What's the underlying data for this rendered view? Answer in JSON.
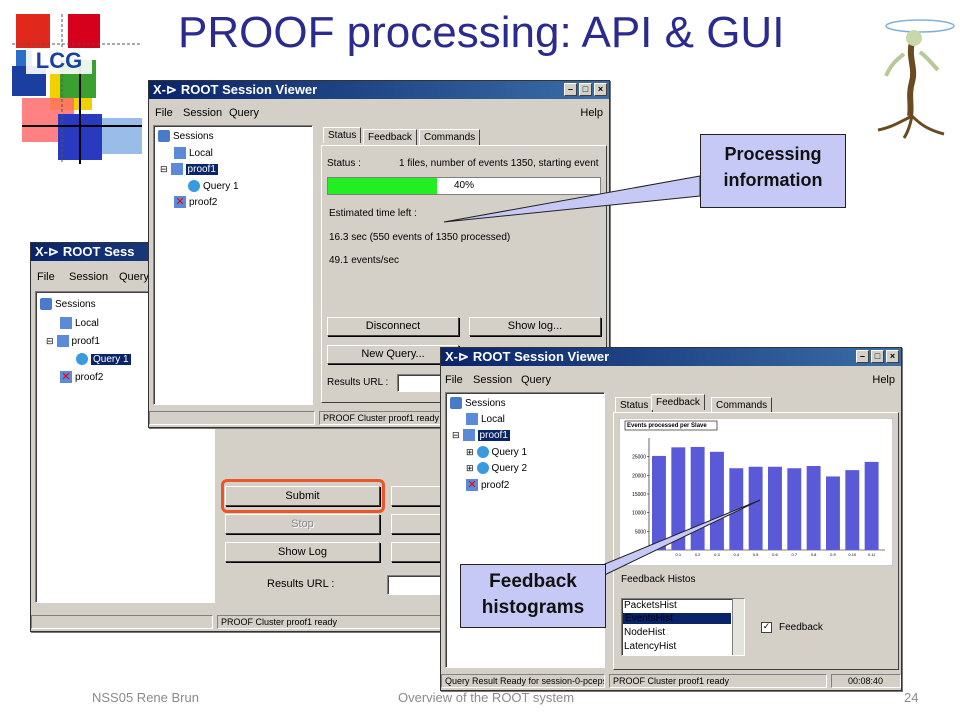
{
  "slide": {
    "title": "PROOF processing: API & GUI",
    "footer_left": "NSS05 Rene Brun",
    "footer_center": "Overview of the ROOT system",
    "page_number": "24",
    "logo_text": "LCG"
  },
  "back_window": {
    "title": "ROOT Sess",
    "menu": [
      "File",
      "Session",
      "Query"
    ],
    "tree": [
      "Sessions",
      "Local",
      "proof1",
      "Query 1",
      "proof2"
    ],
    "buttons": {
      "submit": "Submit",
      "stop": "Stop",
      "show_log": "Show Log"
    },
    "results_url_label": "Results URL :",
    "status": "PROOF Cluster proof1 ready"
  },
  "main_window": {
    "title": "ROOT Session Viewer",
    "menu": [
      "File",
      "Session",
      "Query"
    ],
    "help": "Help",
    "tree": [
      "Sessions",
      "Local",
      "proof1",
      "Query 1",
      "proof2"
    ],
    "tabs": [
      "Status",
      "Feedback",
      "Commands"
    ],
    "status_label": "Status :",
    "status_text": "1 files, number of events 1350, starting event",
    "progress": 40,
    "progress_label": "40%",
    "estimated_label": "Estimated time left :",
    "estimated_value": "16.3 sec (550 events of 1350 processed)",
    "rate": "49.1 events/sec",
    "buttons": {
      "disconnect": "Disconnect",
      "show_log": "Show log...",
      "new_query": "New Query..."
    },
    "results_url_label": "Results URL :",
    "status": "PROOF Cluster proof1 ready"
  },
  "front_window": {
    "title": "ROOT Session Viewer",
    "menu": [
      "File",
      "Session",
      "Query"
    ],
    "help": "Help",
    "tree": [
      "Sessions",
      "Local",
      "proof1",
      "Query 1",
      "Query 2",
      "proof2"
    ],
    "tabs": [
      "Status",
      "Feedback",
      "Commands"
    ],
    "feedback_histos_label": "Feedback Histos",
    "histo_list": [
      "PacketsHist",
      "EventsHist",
      "NodeHist",
      "LatencyHist"
    ],
    "selected_histo": "EventsHist",
    "feedback_checkbox": "Feedback",
    "status_left": "Query Result Ready for session-0-pcepsf",
    "status_mid": "PROOF Cluster proof1 ready",
    "timer": "00:08:40"
  },
  "chart_data": {
    "type": "bar",
    "title": "Events processed per Slave",
    "categories": [
      "0.1",
      "0.2",
      "0.3",
      "0.4",
      "0.5",
      "0.6",
      "0.7",
      "0.8",
      "0.9",
      "0.10",
      "0.11"
    ],
    "values": [
      25200,
      27500,
      27600,
      26300,
      21900,
      22300,
      22300,
      21900,
      22500,
      19700,
      21400,
      23600
    ],
    "yticks": [
      "0",
      "5000",
      "10000",
      "15000",
      "20000",
      "25000"
    ],
    "ylim": [
      0,
      30000
    ],
    "color": "#5a5ad8"
  },
  "callouts": {
    "processing": "Processing information",
    "feedback": "Feedback histograms"
  },
  "colors": {
    "title": "#2b2b8f",
    "callout_bg": "#c6c9f5",
    "progress": "#22ee22",
    "highlight": "#e8572a"
  }
}
